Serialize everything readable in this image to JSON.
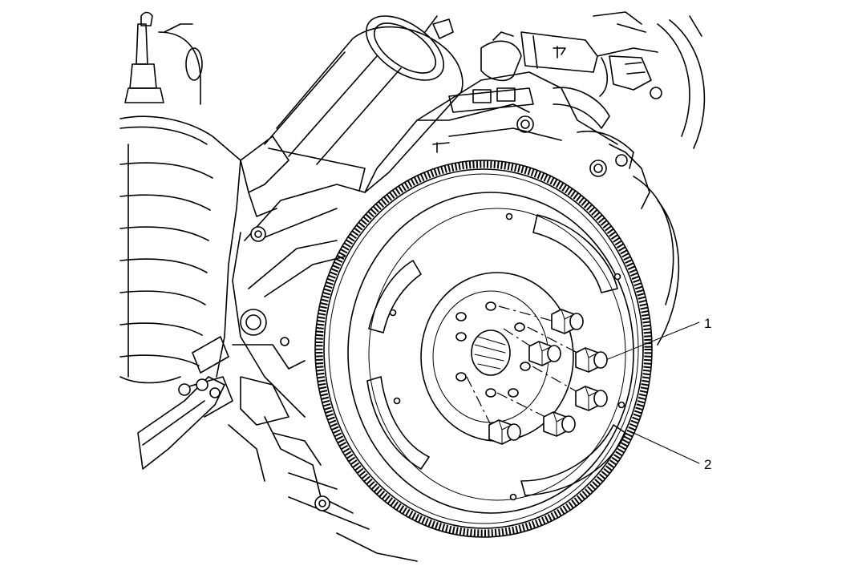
{
  "callouts": [
    {
      "label": "1",
      "part": "flywheel bolts"
    },
    {
      "label": "2",
      "part": "flywheel"
    }
  ]
}
